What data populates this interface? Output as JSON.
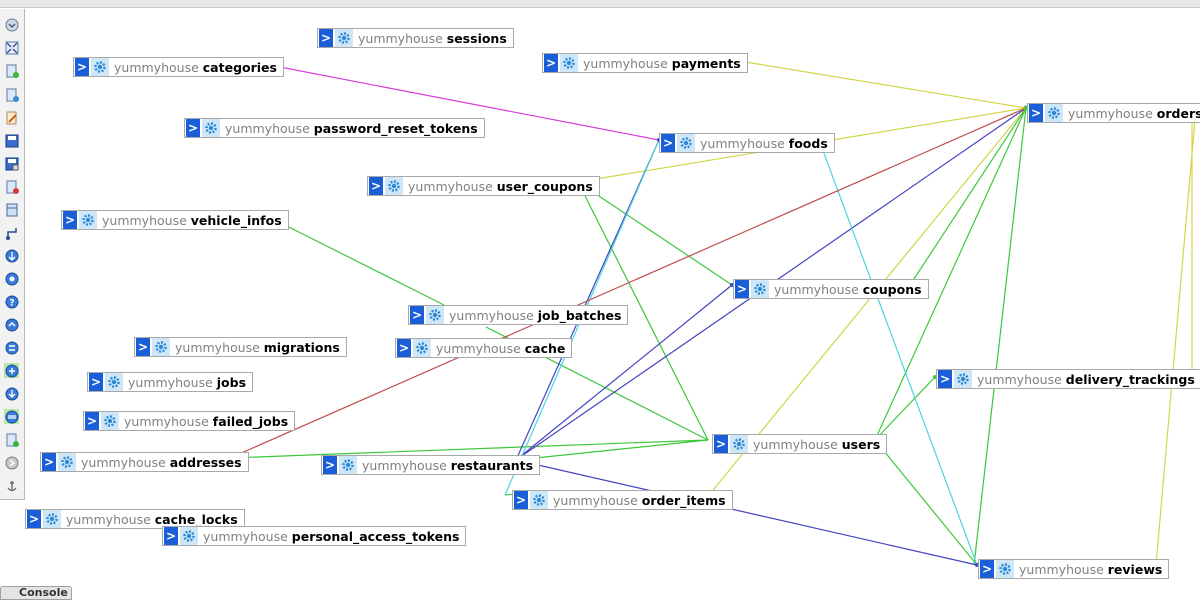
{
  "database": "yummyhouse",
  "console_label": "Console",
  "toolbar": {
    "icons": [
      "toggle-menu-icon",
      "fullscreen-icon",
      "new-page-icon",
      "open-page-icon",
      "edit-page-icon",
      "save-icon",
      "save-as-icon",
      "delete-page-icon",
      "toggle-small-icon",
      "toggle-relation-lines-icon",
      "export-schema-icon",
      "move-menu-icon",
      "help-icon",
      "toggle-snap-icon",
      "collapse-all-icon",
      "expand-all-icon",
      "show-relations-icon",
      "import-icon",
      "pin-text-icon",
      "anchor-icon"
    ]
  },
  "tables": [
    {
      "id": "sessions",
      "name": "sessions"
    },
    {
      "id": "categories",
      "name": "categories"
    },
    {
      "id": "payments",
      "name": "payments"
    },
    {
      "id": "orders",
      "name": "orders"
    },
    {
      "id": "password_reset_tokens",
      "name": "password_reset_tokens"
    },
    {
      "id": "foods",
      "name": "foods"
    },
    {
      "id": "user_coupons",
      "name": "user_coupons"
    },
    {
      "id": "vehicle_infos",
      "name": "vehicle_infos"
    },
    {
      "id": "coupons",
      "name": "coupons"
    },
    {
      "id": "job_batches",
      "name": "job_batches"
    },
    {
      "id": "migrations",
      "name": "migrations"
    },
    {
      "id": "cache",
      "name": "cache"
    },
    {
      "id": "delivery_trackings",
      "name": "delivery_trackings"
    },
    {
      "id": "jobs",
      "name": "jobs"
    },
    {
      "id": "failed_jobs",
      "name": "failed_jobs"
    },
    {
      "id": "users",
      "name": "users"
    },
    {
      "id": "addresses",
      "name": "addresses"
    },
    {
      "id": "restaurants",
      "name": "restaurants"
    },
    {
      "id": "order_items",
      "name": "order_items"
    },
    {
      "id": "cache_locks",
      "name": "cache_locks"
    },
    {
      "id": "personal_access_tokens",
      "name": "personal_access_tokens"
    },
    {
      "id": "reviews",
      "name": "reviews"
    }
  ],
  "relation_colors": {
    "magenta": "#d83ad8",
    "yellow": "#d4d44a",
    "green": "#3cc83c",
    "blue": "#4444c4",
    "cyan": "#4cd4e0",
    "red": "#c05050"
  }
}
